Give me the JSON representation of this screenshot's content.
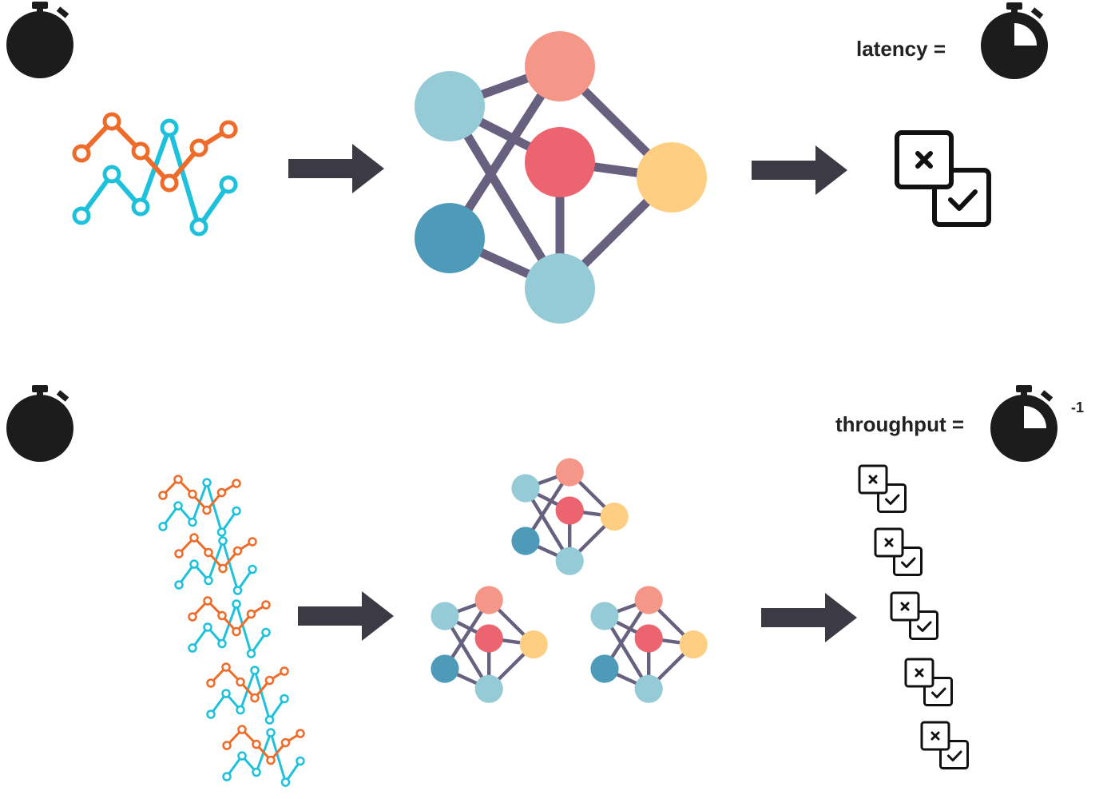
{
  "latency_row": {
    "equation_label": "latency ="
  },
  "throughput_row": {
    "equation_label": "throughput =",
    "exponent": "-1"
  },
  "icons": {
    "timer": "stopwatch-icon",
    "partial_timer": "stopwatch-partial-icon",
    "input": "line-chart-icon",
    "model": "neural-network-icon",
    "output": "x-check-boxes-icon",
    "arrow": "right-arrow-icon"
  },
  "colors": {
    "arrow": "#3b3a45",
    "stopwatch": "#1c1c1c",
    "edge": "#67607e",
    "series_orange": "#ee6b29",
    "series_cyan": "#1ec1db",
    "node_light_blue": "#94cbd6",
    "node_salmon": "#f49688",
    "node_red": "#ec6470",
    "node_yellow": "#fecf82",
    "node_dark_blue": "#4e9bb9"
  }
}
